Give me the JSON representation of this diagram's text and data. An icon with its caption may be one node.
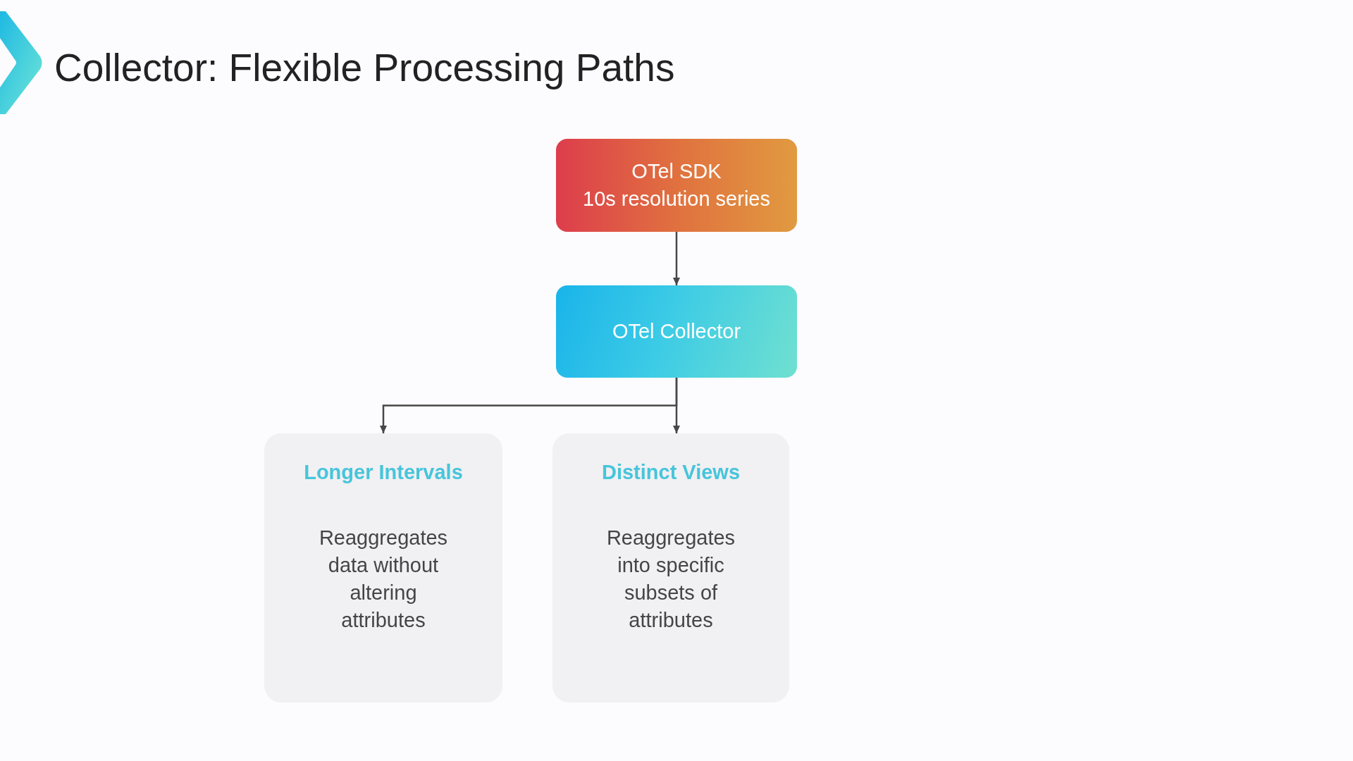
{
  "diagram": {
    "title": "Collector: Flexible Processing Paths",
    "nodes": [
      {
        "text": [
          "OTel SDK",
          "10s resolution series"
        ]
      },
      {
        "text": [
          "OTel Collector"
        ]
      },
      {
        "text": [
          "Longer Intervals",
          "Reaggregates data without altering attributes"
        ]
      },
      {
        "text": [
          "Distinct Views",
          "Reaggregates into specific subsets of attributes"
        ]
      }
    ],
    "edges": [
      {
        "from": 0,
        "to": 1,
        "arrow": "to"
      },
      {
        "from": 1,
        "to": 2,
        "arrow": "to"
      },
      {
        "from": 1,
        "to": 3,
        "arrow": "to"
      }
    ]
  }
}
